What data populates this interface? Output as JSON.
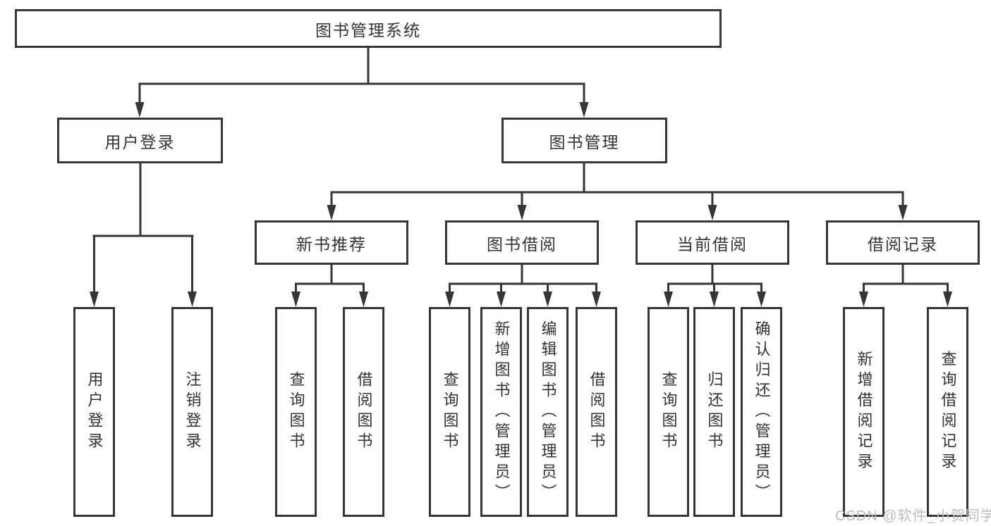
{
  "tree": {
    "root": {
      "label": "图书管理系统"
    },
    "children": [
      {
        "label": "用户登录",
        "children": [
          {
            "label": "用户登录"
          },
          {
            "label": "注销登录"
          }
        ]
      },
      {
        "label": "图书管理",
        "children": [
          {
            "label": "新书推荐",
            "children": [
              {
                "label": "查询图书"
              },
              {
                "label": "借阅图书"
              }
            ]
          },
          {
            "label": "图书借阅",
            "children": [
              {
                "label": "查询图书"
              },
              {
                "label": "新增图书（管理员）"
              },
              {
                "label": "编辑图书（管理员）"
              },
              {
                "label": "借阅图书"
              }
            ]
          },
          {
            "label": "当前借阅",
            "children": [
              {
                "label": "查询图书"
              },
              {
                "label": "归还图书"
              },
              {
                "label": "确认归还（管理员）"
              }
            ]
          },
          {
            "label": "借阅记录",
            "children": [
              {
                "label": "新增借阅记录"
              },
              {
                "label": "查询借阅记录"
              }
            ]
          }
        ]
      }
    ]
  },
  "watermark": "CSDN @软件_小贺同学",
  "colors": {
    "line": "#363636",
    "text": "#333333",
    "watermark": "#bcbcbc",
    "background": "#ffffff"
  }
}
